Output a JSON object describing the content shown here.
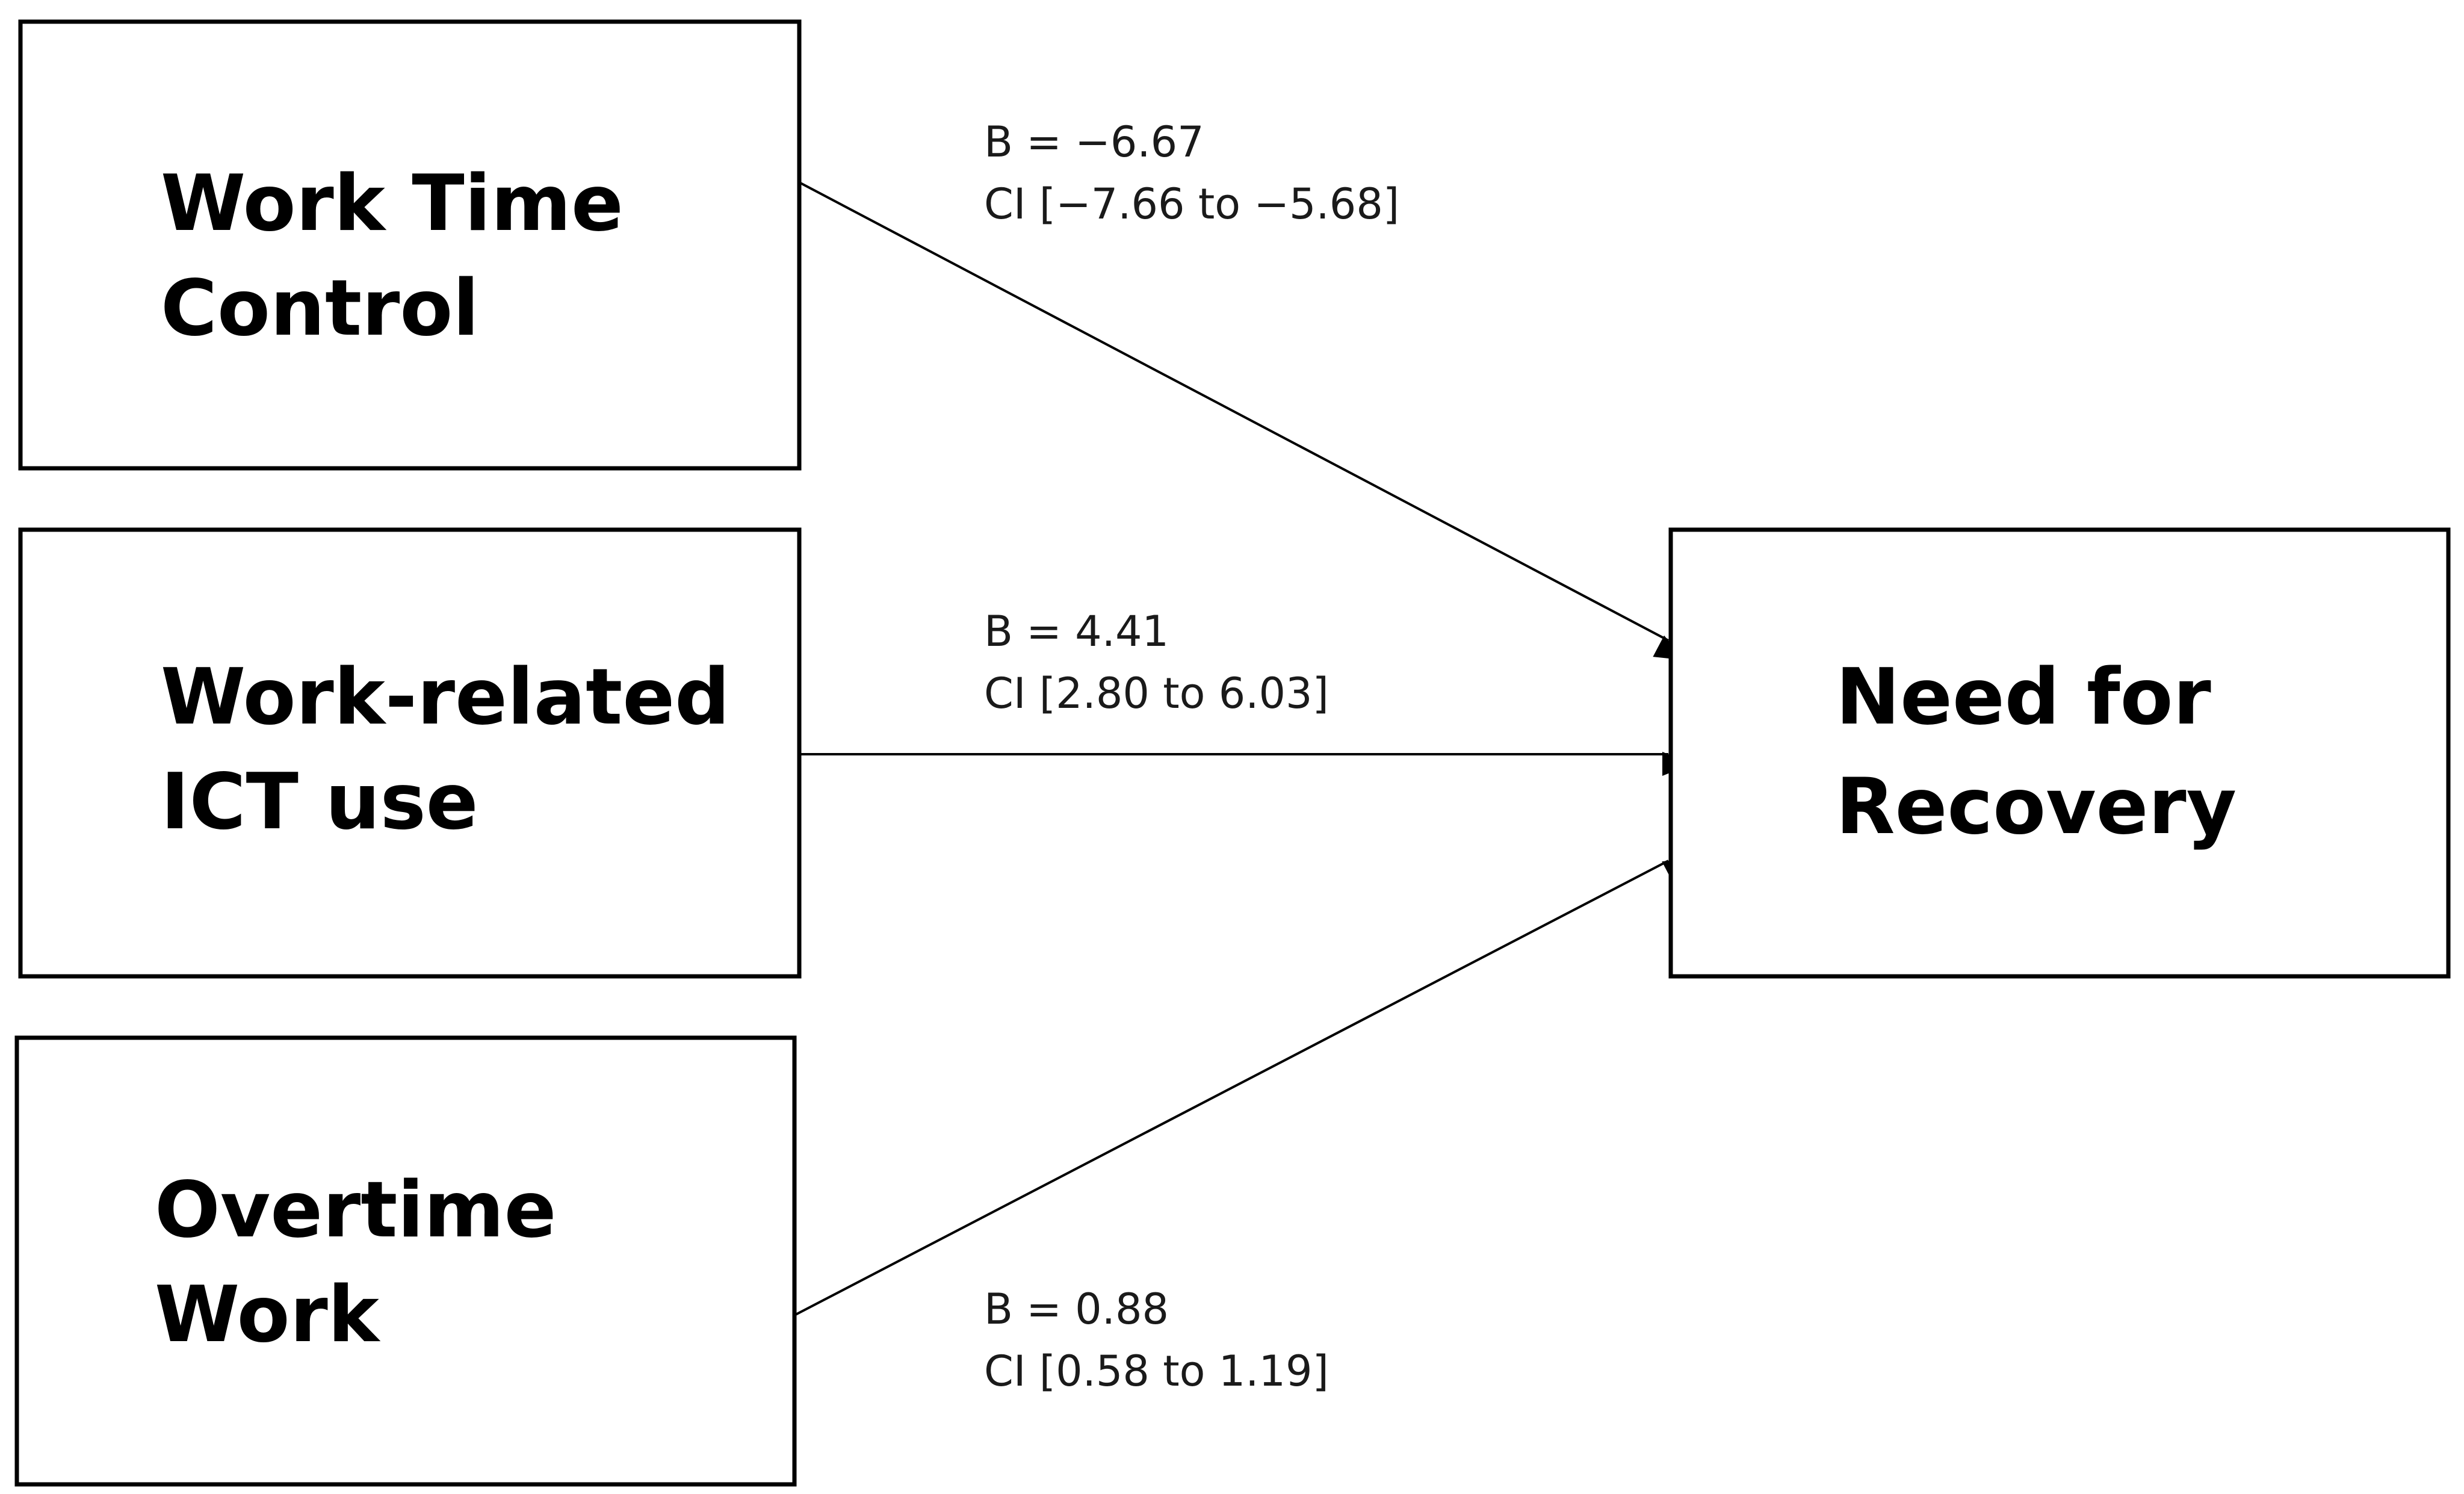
{
  "predictors": [
    {
      "id": "wtc",
      "lines": [
        "Work Time",
        "Control"
      ]
    },
    {
      "id": "ict",
      "lines": [
        "Work-related",
        "ICT use"
      ]
    },
    {
      "id": "ot",
      "lines": [
        "Overtime",
        "Work"
      ]
    }
  ],
  "outcome": {
    "id": "nfr",
    "lines": [
      "Need for",
      "Recovery"
    ]
  },
  "paths": [
    {
      "from": "wtc",
      "to": "nfr",
      "b_text": "B = −6.67",
      "ci_text": "CI [−7.66 to −5.68]"
    },
    {
      "from": "ict",
      "to": "nfr",
      "b_text": "B = 4.41",
      "ci_text": "CI [2.80 to 6.03]"
    },
    {
      "from": "ot",
      "to": "nfr",
      "b_text": "B = 0.88",
      "ci_text": "CI [0.58 to 1.19]"
    }
  ]
}
